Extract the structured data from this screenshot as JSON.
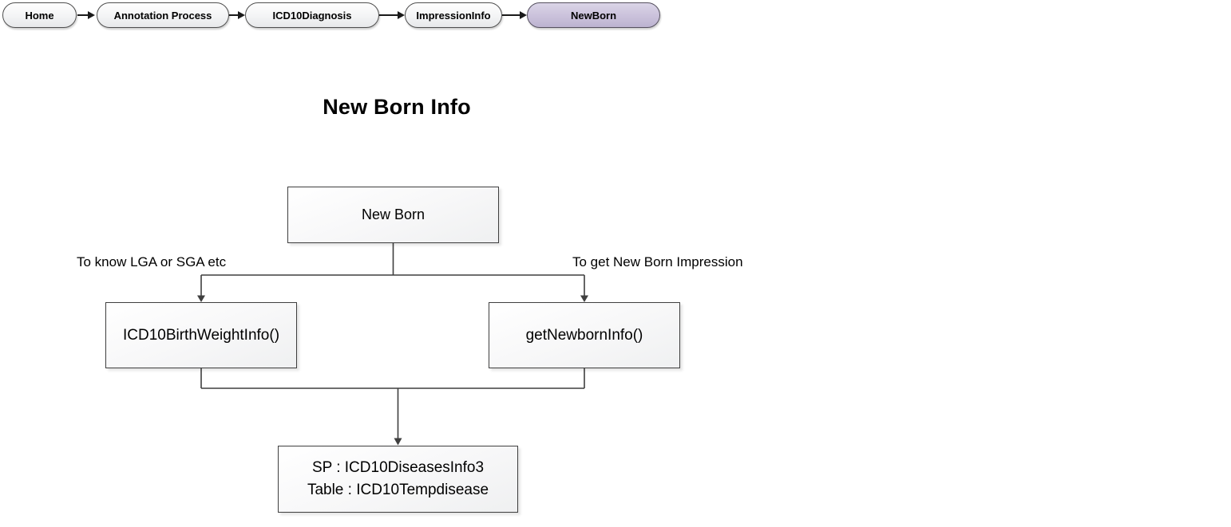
{
  "breadcrumb": {
    "items": [
      {
        "label": "Home",
        "active": false
      },
      {
        "label": "Annotation Process",
        "active": false
      },
      {
        "label": "ICD10Diagnosis",
        "active": false
      },
      {
        "label": "ImpressionInfo",
        "active": false
      },
      {
        "label": "NewBorn",
        "active": true
      }
    ]
  },
  "title": "New Born Info",
  "diagram": {
    "nodes": {
      "new_born": {
        "label": "New Born"
      },
      "birth_weight": {
        "label": "ICD10BirthWeightInfo()"
      },
      "newborn_info": {
        "label": "getNewbornInfo()"
      },
      "storage": {
        "line1": "SP : ICD10DiseasesInfo3",
        "line2": "Table : ICD10Tempdisease"
      }
    },
    "edge_labels": {
      "left": "To know LGA or SGA etc",
      "right": "To get New Born Impression"
    }
  },
  "colors": {
    "active_pill_fill": "#c5bcd8",
    "pill_fill": "#f0f1f2",
    "pill_border": "#4f4f4f",
    "node_border": "#3f3f3f",
    "connector": "#3f3f3f",
    "text": "#000000",
    "background": "#ffffff"
  }
}
